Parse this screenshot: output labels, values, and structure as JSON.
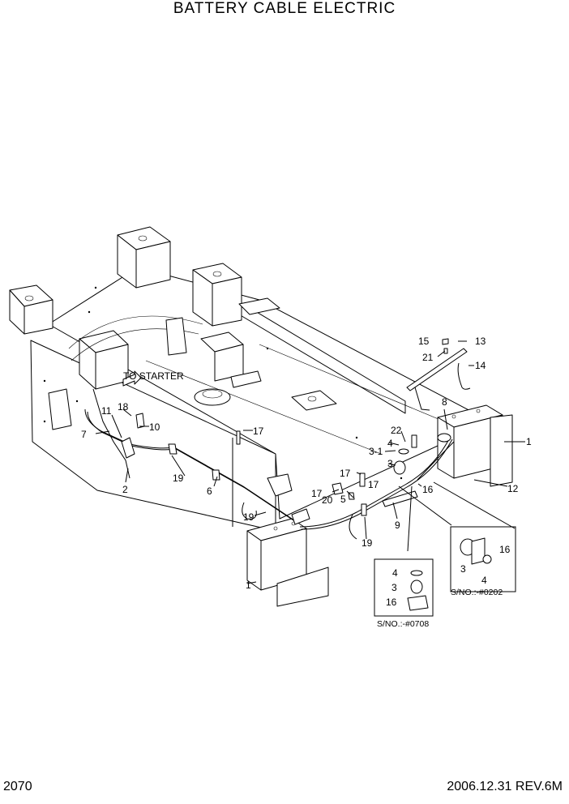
{
  "title": "BATTERY CABLE ELECTRIC",
  "page_number": "2070",
  "revision": "2006.12.31  REV.6M",
  "annotation": "TO STARTER",
  "serial_notes": [
    "S/NO.:-#0708",
    "S/NO.:-#0202"
  ],
  "callouts": {
    "c1a": "1",
    "c1b": "1",
    "c2": "2",
    "c3a": "3",
    "c3b": "3",
    "c3c": "3",
    "c31": "3-1",
    "c4a": "4",
    "c4b": "4",
    "c4c": "4",
    "c5": "5",
    "c6": "6",
    "c7": "7",
    "c8": "8",
    "c9": "9",
    "c10": "10",
    "c11": "11",
    "c12": "12",
    "c13": "13",
    "c14": "14",
    "c15": "15",
    "c16a": "16",
    "c16b": "16",
    "c16c": "16",
    "c17a": "17",
    "c17b": "17",
    "c17c": "17",
    "c17d": "17",
    "c18": "18",
    "c19a": "19",
    "c19b": "19",
    "c19c": "19",
    "c20": "20",
    "c21": "21",
    "c22": "22"
  }
}
